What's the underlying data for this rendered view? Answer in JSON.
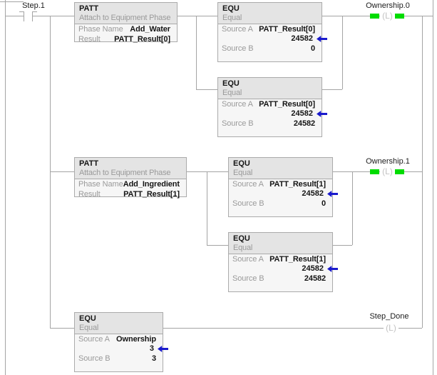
{
  "colors": {
    "wire": "#a4a4a4",
    "power_flow_green": "#00dc00",
    "value_arrow_blue": "#1a1acc",
    "block_header_bg": "#e4e4e4",
    "block_body_bg": "#f6f6f6",
    "block_border": "#ababab"
  },
  "rung": {
    "contact": {
      "tag": "Step.1"
    }
  },
  "instructions": {
    "patt1": {
      "name": "PATT",
      "desc": "Attach to Equipment Phase",
      "phase_label": "Phase Name",
      "phase_value": "Add_Water",
      "result_label": "Result",
      "result_value": "PATT_Result[0]"
    },
    "equ1": {
      "name": "EQU",
      "desc": "Equal",
      "a_label": "Source A",
      "a_tag": "PATT_Result[0]",
      "a_value": "24582",
      "b_label": "Source B",
      "b_value": "0"
    },
    "equ2": {
      "name": "EQU",
      "desc": "Equal",
      "a_label": "Source A",
      "a_tag": "PATT_Result[0]",
      "a_value": "24582",
      "b_label": "Source B",
      "b_value": "24582"
    },
    "patt2": {
      "name": "PATT",
      "desc": "Attach to Equipment Phase",
      "phase_label": "Phase Name",
      "phase_value": "Add_Ingredient",
      "result_label": "Result",
      "result_value": "PATT_Result[1]"
    },
    "equ3": {
      "name": "EQU",
      "desc": "Equal",
      "a_label": "Source A",
      "a_tag": "PATT_Result[1]",
      "a_value": "24582",
      "b_label": "Source B",
      "b_value": "0"
    },
    "equ4": {
      "name": "EQU",
      "desc": "Equal",
      "a_label": "Source A",
      "a_tag": "PATT_Result[1]",
      "a_value": "24582",
      "b_label": "Source B",
      "b_value": "24582"
    },
    "equ5": {
      "name": "EQU",
      "desc": "Equal",
      "a_label": "Source A",
      "a_tag": "Ownership",
      "a_value": "3",
      "b_label": "Source B",
      "b_value": "3"
    }
  },
  "coils": {
    "coil1": {
      "tag": "Ownership.0",
      "symbol": "(L)",
      "energized": true
    },
    "coil2": {
      "tag": "Ownership.1",
      "symbol": "(L)",
      "energized": true
    },
    "coil3": {
      "tag": "Step_Done",
      "symbol": "(L)",
      "energized": false
    }
  }
}
